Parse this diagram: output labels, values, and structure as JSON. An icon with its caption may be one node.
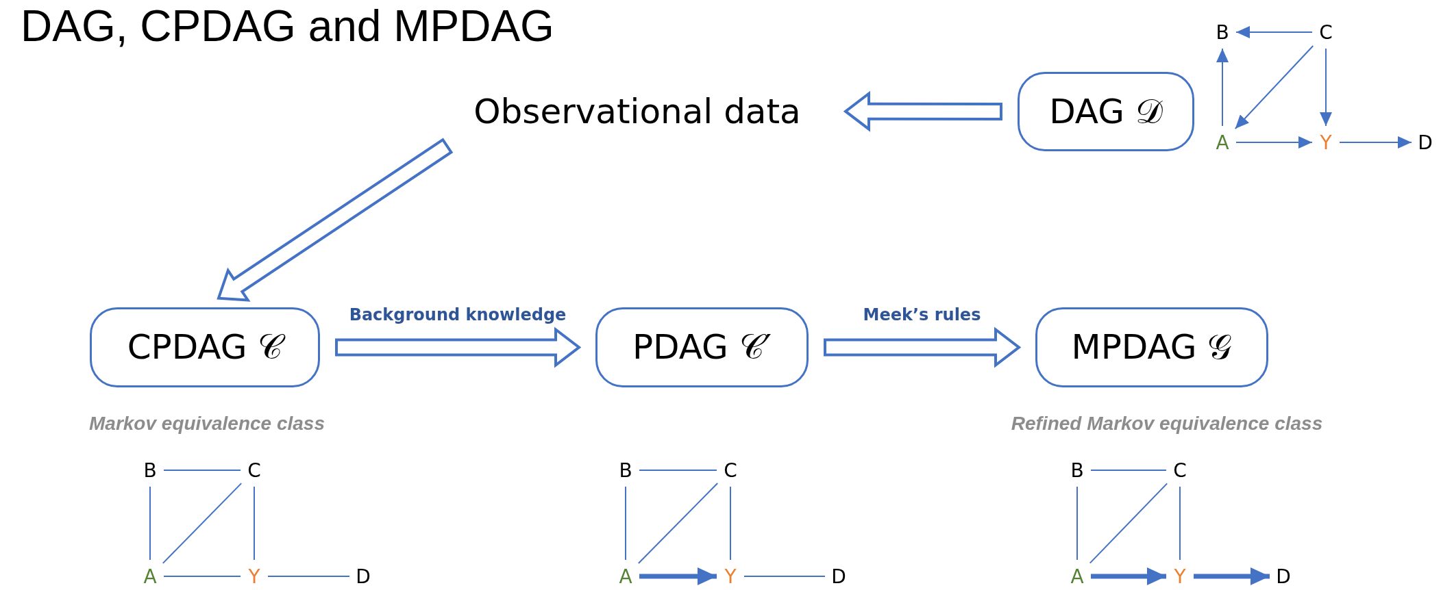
{
  "diagram": {
    "title": "DAG, CPDAG and MPDAG",
    "nodes": [
      {
        "text": [
          "Observational data"
        ]
      },
      {
        "text": [
          "DAG 𝒟"
        ]
      },
      {
        "text": [
          "B"
        ]
      },
      {
        "text": [
          "C"
        ]
      },
      {
        "text": [
          "A"
        ]
      },
      {
        "text": [
          "Y"
        ]
      },
      {
        "text": [
          "D"
        ]
      },
      {
        "text": [
          "CPDAG 𝒞"
        ],
        "beside": [
          "Markov equivalence class"
        ]
      },
      {
        "text": [
          "PDAG 𝒞′"
        ]
      },
      {
        "text": [
          "MPDAG 𝒢"
        ],
        "beside": [
          "Refined Markov equivalence class"
        ]
      },
      {
        "text": [
          "B"
        ]
      },
      {
        "text": [
          "C"
        ]
      },
      {
        "text": [
          "A"
        ]
      },
      {
        "text": [
          "Y"
        ]
      },
      {
        "text": [
          "D"
        ]
      },
      {
        "text": [
          "B"
        ]
      },
      {
        "text": [
          "C"
        ]
      },
      {
        "text": [
          "A"
        ]
      },
      {
        "text": [
          "Y"
        ]
      },
      {
        "text": [
          "D"
        ]
      },
      {
        "text": [
          "B"
        ]
      },
      {
        "text": [
          "C"
        ]
      },
      {
        "text": [
          "A"
        ]
      },
      {
        "text": [
          "Y"
        ]
      },
      {
        "text": [
          "D"
        ]
      }
    ],
    "edges": [
      {
        "from": 1,
        "to": 0,
        "arrow": "to",
        "style": "thick"
      },
      {
        "from": 0,
        "to": 7,
        "arrow": "to",
        "style": "thick"
      },
      {
        "from": 7,
        "to": 8,
        "arrow": "to",
        "style": "thick",
        "label": "Background knowledge"
      },
      {
        "from": 8,
        "to": 9,
        "arrow": "to",
        "style": "thick",
        "label": "Meek’s rules"
      },
      {
        "from": 3,
        "to": 2,
        "arrow": "to"
      },
      {
        "from": 4,
        "to": 2,
        "arrow": "to"
      },
      {
        "from": 3,
        "to": 4,
        "arrow": "to"
      },
      {
        "from": 3,
        "to": 5,
        "arrow": "to"
      },
      {
        "from": 4,
        "to": 5,
        "arrow": "to"
      },
      {
        "from": 5,
        "to": 6,
        "arrow": "to"
      },
      {
        "from": 10,
        "to": 11,
        "arrow": "none"
      },
      {
        "from": 10,
        "to": 12,
        "arrow": "none"
      },
      {
        "from": 11,
        "to": 12,
        "arrow": "none"
      },
      {
        "from": 11,
        "to": 13,
        "arrow": "none"
      },
      {
        "from": 12,
        "to": 13,
        "arrow": "none"
      },
      {
        "from": 13,
        "to": 14,
        "arrow": "none"
      },
      {
        "from": 15,
        "to": 16,
        "arrow": "none"
      },
      {
        "from": 15,
        "to": 17,
        "arrow": "none"
      },
      {
        "from": 16,
        "to": 17,
        "arrow": "none"
      },
      {
        "from": 16,
        "to": 18,
        "arrow": "none"
      },
      {
        "from": 17,
        "to": 18,
        "arrow": "to",
        "style": "thick"
      },
      {
        "from": 18,
        "to": 19,
        "arrow": "none"
      },
      {
        "from": 20,
        "to": 21,
        "arrow": "none"
      },
      {
        "from": 20,
        "to": 22,
        "arrow": "none"
      },
      {
        "from": 21,
        "to": 22,
        "arrow": "none"
      },
      {
        "from": 21,
        "to": 23,
        "arrow": "none"
      },
      {
        "from": 22,
        "to": 23,
        "arrow": "to",
        "style": "thick"
      },
      {
        "from": 23,
        "to": 24,
        "arrow": "to",
        "style": "thick"
      }
    ]
  }
}
